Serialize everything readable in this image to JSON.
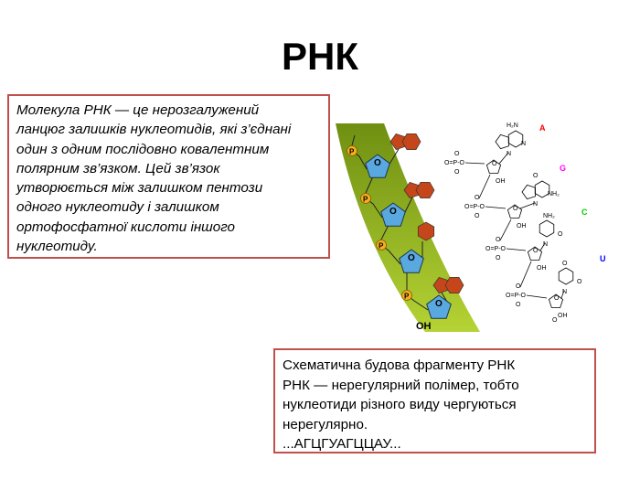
{
  "slide": {
    "title": "РНК",
    "definition_lines": [
      "Молекула РНК — це нерозгалужений",
      "ланцюг залишків нуклеотидів, які з’єднані",
      "один з одним послідовно ковалентним",
      "полярним зв’язком. Цей зв’язок",
      "утворюється між залишком пентози",
      "одного нуклеотиду і залишком",
      "ортофосфатної кислоти іншого",
      "нуклеотиду."
    ],
    "caption_lines": [
      "Схематична будова фрагменту РНК",
      "РНК — нерегулярний полімер, тобто",
      "нуклеотиди різного виду чергуються",
      "нерегулярно.",
      "...АГЦГУАГЦЦАУ..."
    ]
  },
  "diagram": {
    "phosphate_label": "P",
    "sugar_oxygen": "O",
    "terminal_label": "OH",
    "bases": [
      {
        "letter": "A",
        "color": "#ff0000"
      },
      {
        "letter": "G",
        "color": "#ff00ff"
      },
      {
        "letter": "C",
        "color": "#00cc00"
      },
      {
        "letter": "U",
        "color": "#0000ff"
      }
    ],
    "chem_labels": {
      "phosphate": "O=P-O",
      "o": "O",
      "oh": "OH",
      "n": "N",
      "nh": "NH",
      "nh2": "NH₂",
      "h2n": "H₂N"
    },
    "colors": {
      "band": "#8aac1c",
      "sugar": "#5aa8e0",
      "base": "#c4461a",
      "phosphate": "#f5b021",
      "border": "#c0504d"
    }
  }
}
